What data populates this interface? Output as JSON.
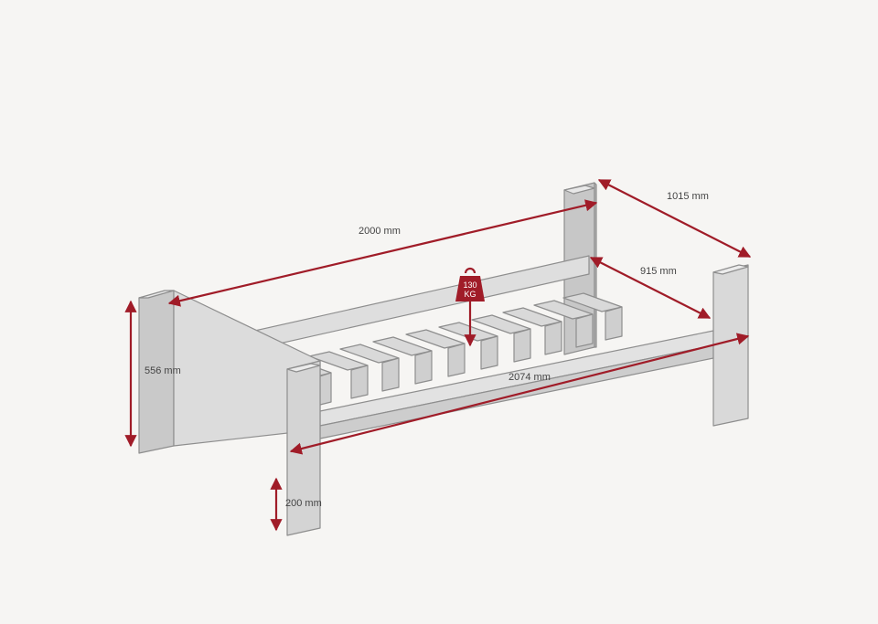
{
  "diagram": {
    "dimensions": {
      "overall_length": "2000 mm",
      "overall_width": "1015 mm",
      "inner_width": "915 mm",
      "frame_length": "2074 mm",
      "headboard_height": "556 mm",
      "leg_height": "200 mm"
    },
    "weight_badge": {
      "line1": "130",
      "line2": "KG"
    }
  },
  "colors": {
    "background": "#f6f5f3",
    "frame_fill": "#dcdcdc",
    "frame_shade": "#c7c7c7",
    "frame_light": "#e8e8e8",
    "outline": "#8e8e8e",
    "dimension": "#a01c28"
  }
}
